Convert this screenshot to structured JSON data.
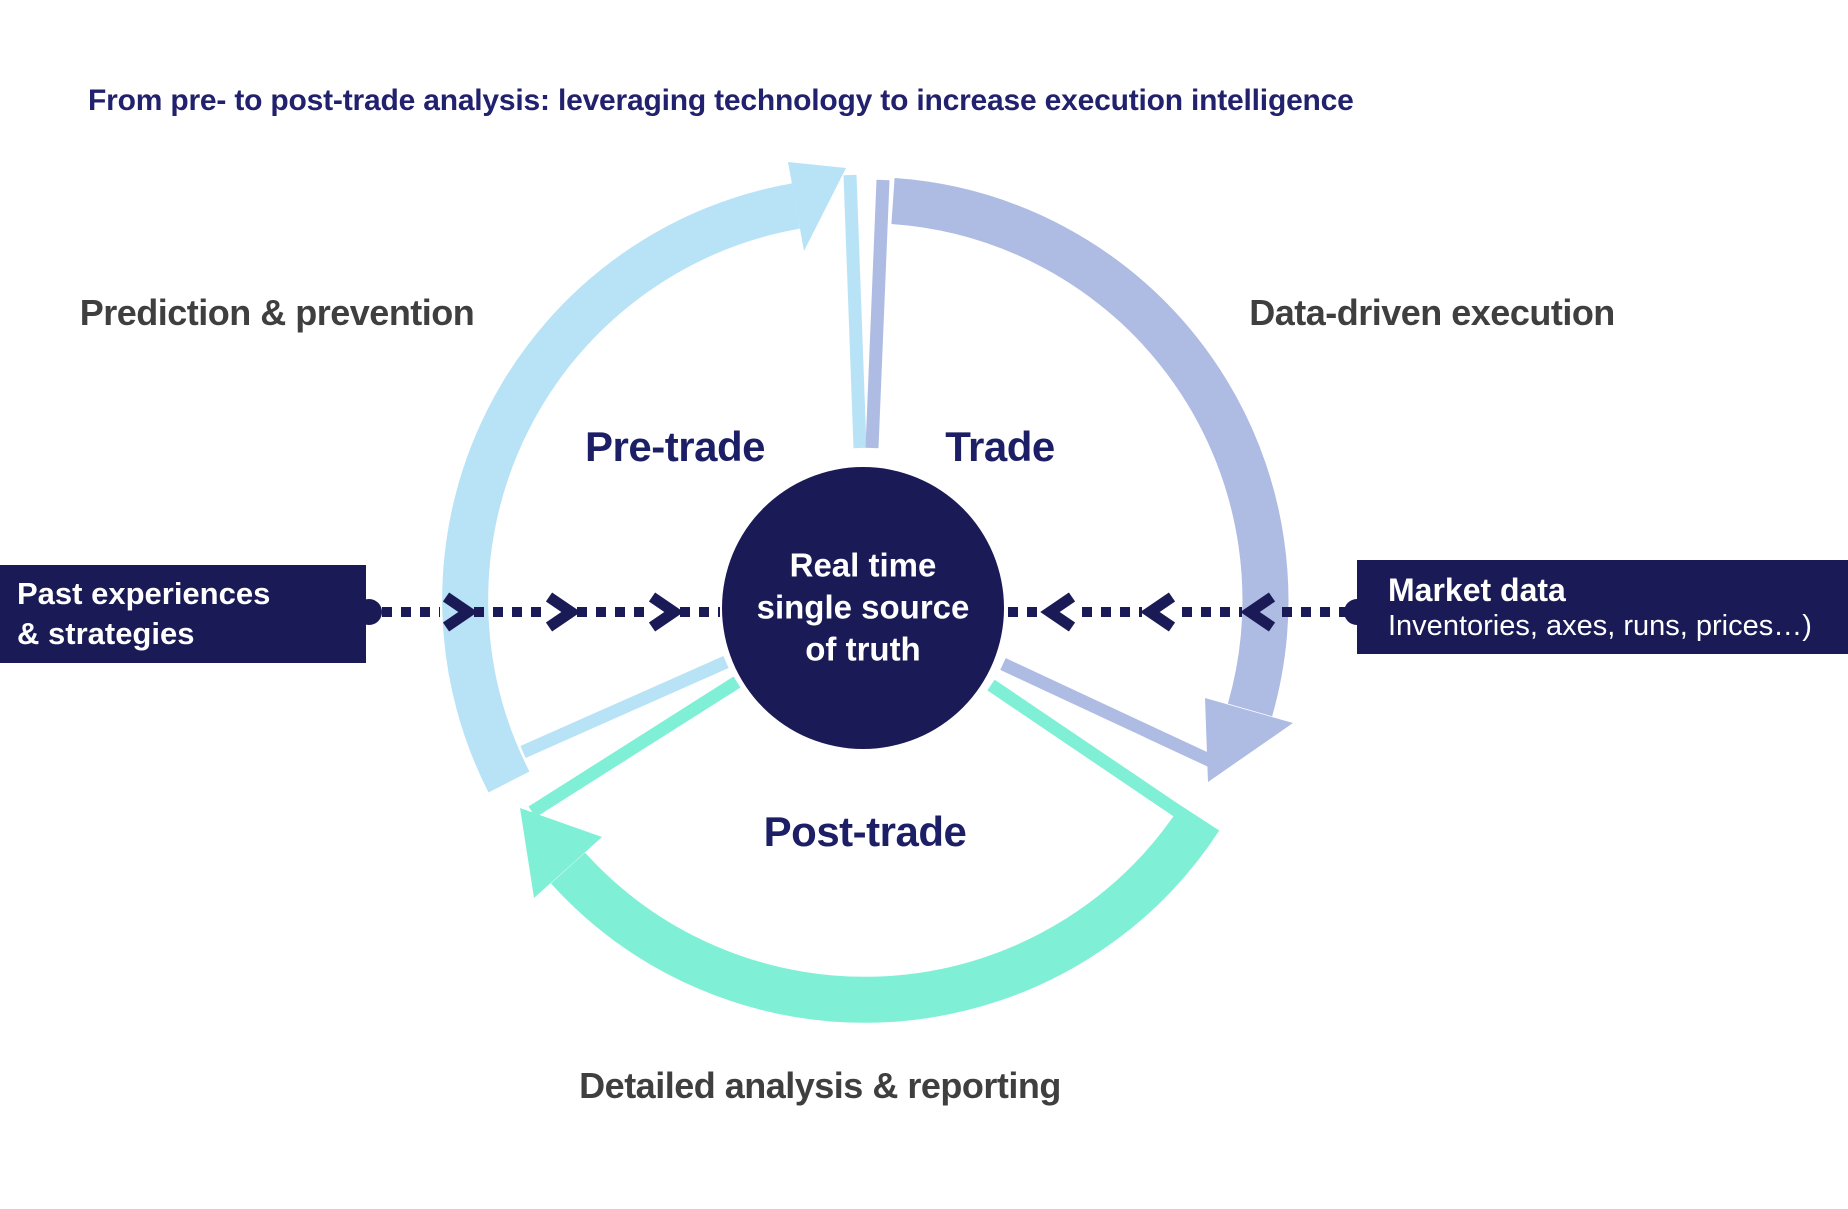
{
  "title": "From pre- to post-trade analysis: leveraging technology to increase execution intelligence",
  "colors": {
    "navy": "#191a56",
    "title_navy": "#21216e",
    "segment_navy": "#1d1f66",
    "label_gray": "#3f3f3f",
    "pre_trade": "#b8e3f6",
    "trade": "#aebce4",
    "post_trade": "#7ff0d6",
    "white": "#ffffff"
  },
  "cycle": {
    "direction": "clockwise",
    "center": {
      "lines": [
        "Real time",
        "single source",
        "of truth"
      ]
    },
    "segments": [
      {
        "label": "Pre-trade",
        "outer_label": "Prediction & prevention",
        "color_key": "pre_trade"
      },
      {
        "label": "Trade",
        "outer_label": "Data-driven execution",
        "color_key": "trade"
      },
      {
        "label": "Post-trade",
        "outer_label": "Detailed analysis & reporting",
        "color_key": "post_trade"
      }
    ]
  },
  "inputs": {
    "left_box": {
      "lines": [
        "Past experiences",
        "& strategies"
      ],
      "arrow_icon": "chevron-right"
    },
    "right_box": {
      "title": "Market data",
      "subtitle": "Inventories, axes, runs, prices…)",
      "arrow_icon": "chevron-left"
    }
  }
}
